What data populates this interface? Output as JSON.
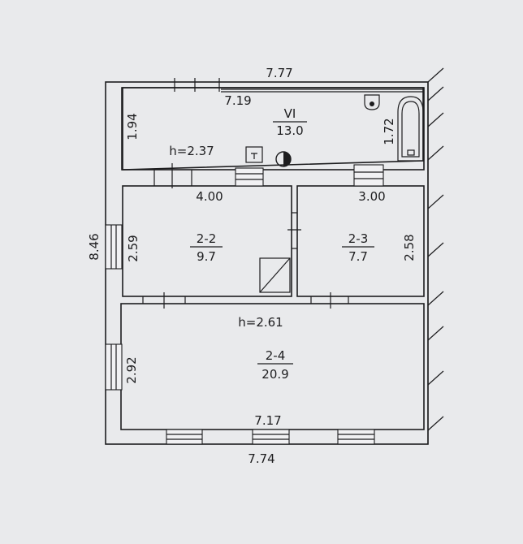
{
  "plan": {
    "overall": {
      "top_width": "7.77",
      "bottom_width": "7.74",
      "left_height": "8.46"
    },
    "room_vi": {
      "number": "VI",
      "area": "13.0",
      "width": "7.19",
      "depth": "1.94",
      "height_label": "h=2.37",
      "bath_length": "1.72"
    },
    "room_2_2": {
      "number": "2-2",
      "area": "9.7",
      "width": "4.00",
      "depth": "2.59"
    },
    "room_2_3": {
      "number": "2-3",
      "area": "7.7",
      "width": "3.00",
      "depth": "2.58"
    },
    "room_2_4": {
      "number": "2-4",
      "area": "20.9",
      "width": "7.17",
      "depth": "2.92",
      "height_label": "h=2.61"
    }
  }
}
